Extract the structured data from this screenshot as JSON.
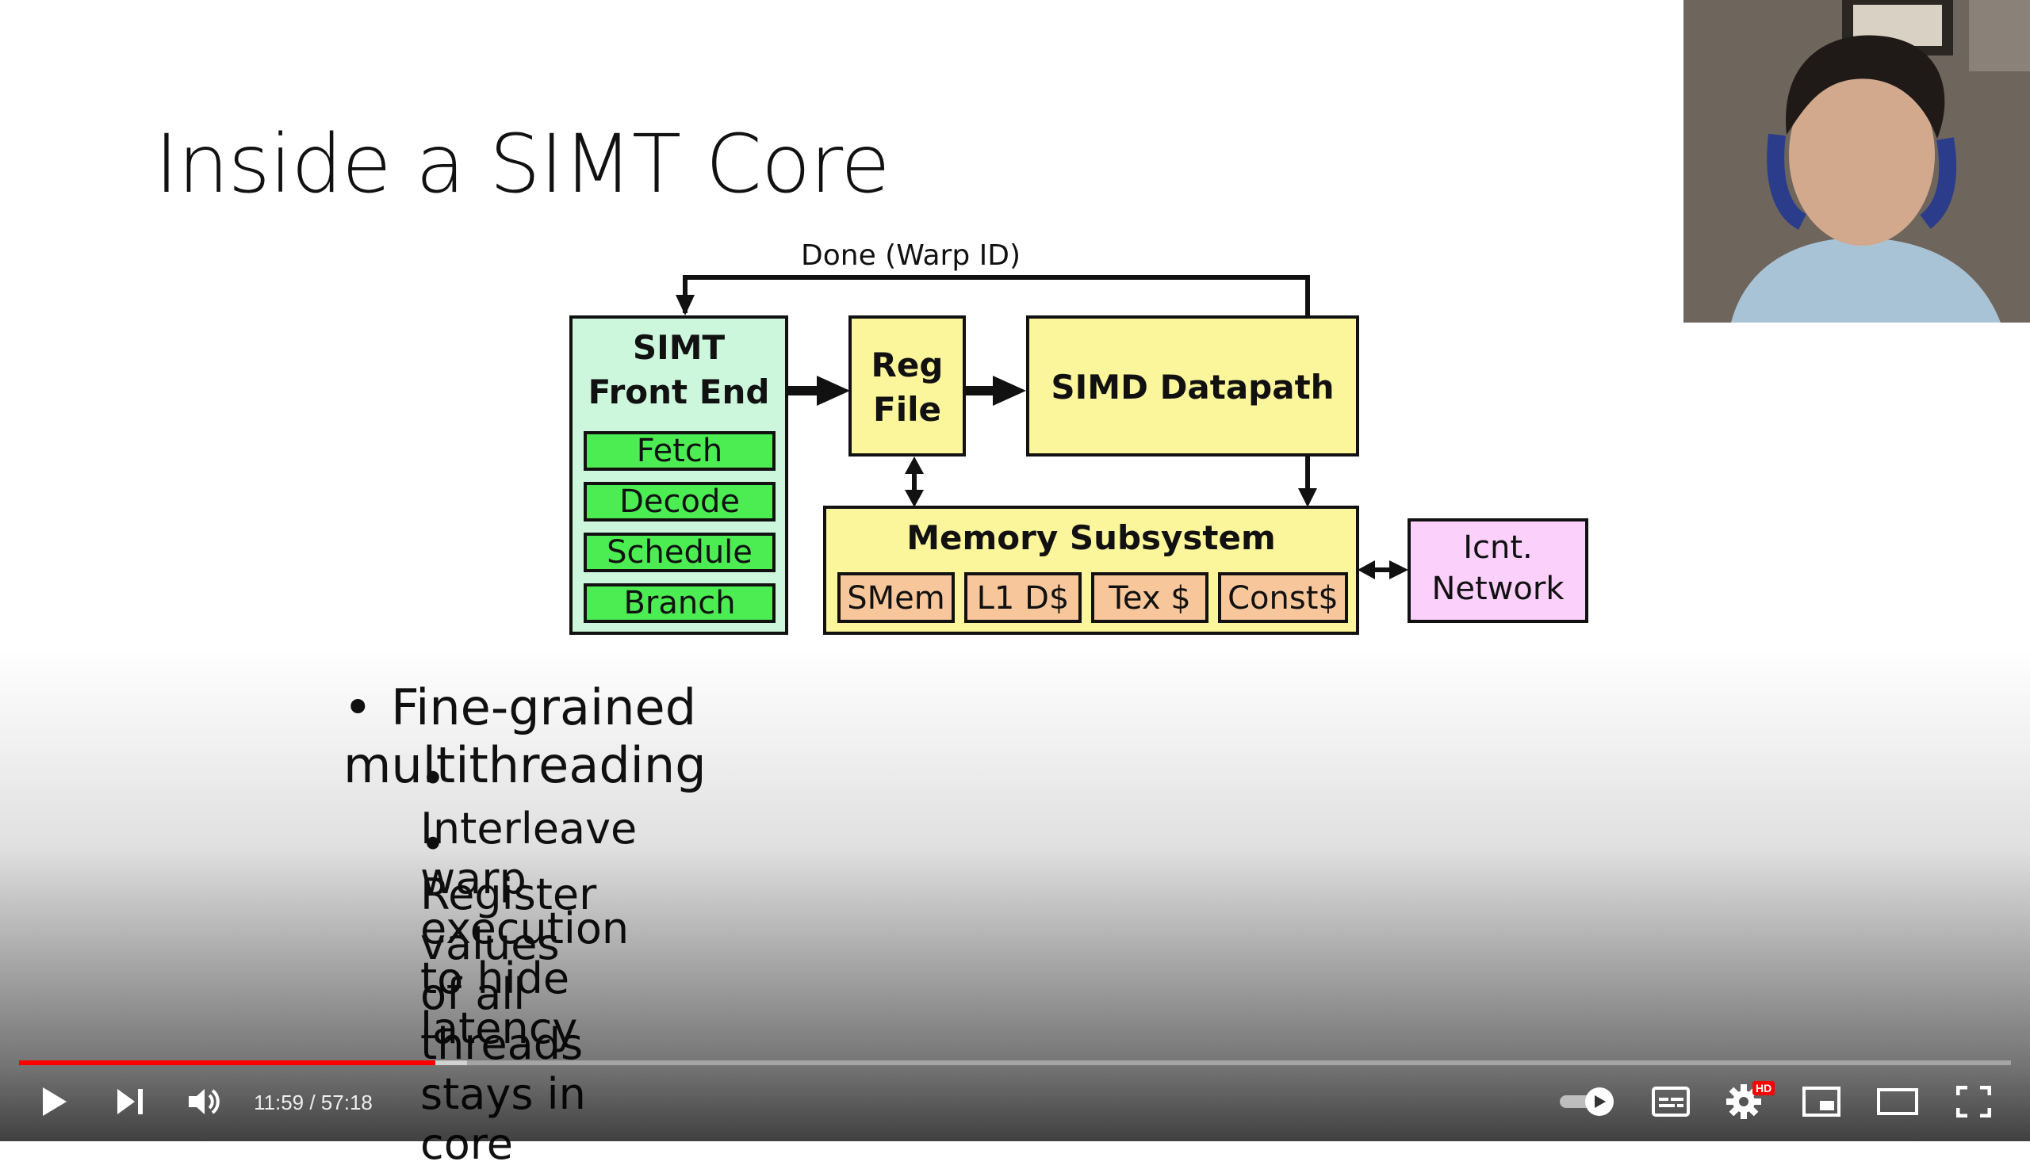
{
  "slide": {
    "title": "Inside a SIMT Core",
    "diagram": {
      "feedback_label": "Done (Warp ID)",
      "front_end": {
        "title_line1": "SIMT",
        "title_line2": "Front End",
        "stages": [
          "Fetch",
          "Decode",
          "Schedule",
          "Branch"
        ],
        "color": "#ccf7dd",
        "stage_color": "#4ced53"
      },
      "reg_file": {
        "line1": "Reg",
        "line2": "File",
        "color": "#fbf59b"
      },
      "datapath": {
        "label": "SIMD Datapath",
        "color": "#fbf59b"
      },
      "memory": {
        "title": "Memory Subsystem",
        "caches": [
          "SMem",
          "L1 D$",
          "Tex $",
          "Const$"
        ],
        "color": "#fbf59b",
        "cache_color": "#f7c79b"
      },
      "network": {
        "line1": "Icnt.",
        "line2": "Network",
        "color": "#fbd0fb"
      }
    },
    "bullets": {
      "main": "Fine-grained multithreading",
      "sub": [
        "Interleave warp execution to hide latency",
        "Register values of all threads stays in core"
      ]
    }
  },
  "player": {
    "time_current": "11:59",
    "time_total": "57:18",
    "time_display": "11:59 / 57:18",
    "progress_played": 0.209,
    "progress_buffered": 0.225,
    "hd_badge": "HD",
    "accent_color": "#ff0000",
    "icons": [
      "play-icon",
      "next-icon",
      "volume-icon",
      "autoplay-toggle-icon",
      "subtitles-icon",
      "settings-icon",
      "miniplayer-icon",
      "theater-icon",
      "fullscreen-icon"
    ]
  }
}
